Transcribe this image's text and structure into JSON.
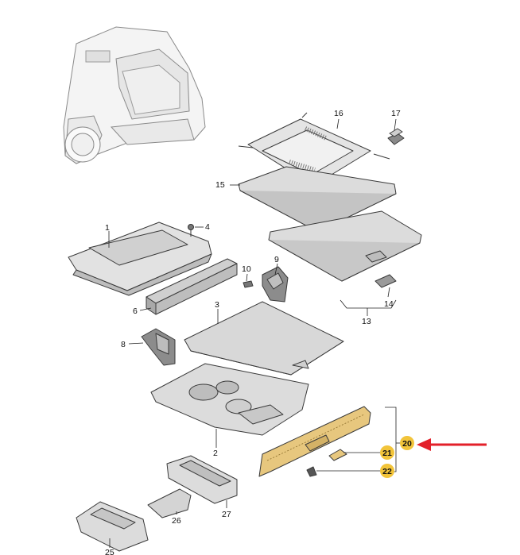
{
  "parts": [
    {
      "id": "p1",
      "number": "1"
    },
    {
      "id": "p2",
      "number": "2"
    },
    {
      "id": "p3",
      "number": "3"
    },
    {
      "id": "p4",
      "number": "4"
    },
    {
      "id": "p6",
      "number": "6"
    },
    {
      "id": "p8",
      "number": "8"
    },
    {
      "id": "p9",
      "number": "9"
    },
    {
      "id": "p10",
      "number": "10"
    },
    {
      "id": "p13",
      "number": "13"
    },
    {
      "id": "p14",
      "number": "14"
    },
    {
      "id": "p15",
      "number": "15"
    },
    {
      "id": "p16",
      "number": "16"
    },
    {
      "id": "p17",
      "number": "17"
    },
    {
      "id": "p20",
      "number": "20",
      "highlighted": true
    },
    {
      "id": "p21",
      "number": "21",
      "highlighted": true
    },
    {
      "id": "p22",
      "number": "22",
      "highlighted": true
    },
    {
      "id": "p25",
      "number": "25"
    },
    {
      "id": "p26",
      "number": "26"
    },
    {
      "id": "p27",
      "number": "27"
    }
  ],
  "colors": {
    "highlight_badge": "#f2c43a",
    "pointer_arrow": "#e3202a",
    "panel_fill": "#dcdcdc",
    "panel_edge": "#3a3a3a",
    "accent_part": "#e7c77e"
  },
  "icons": {
    "pointer": "red-arrow-icon"
  }
}
